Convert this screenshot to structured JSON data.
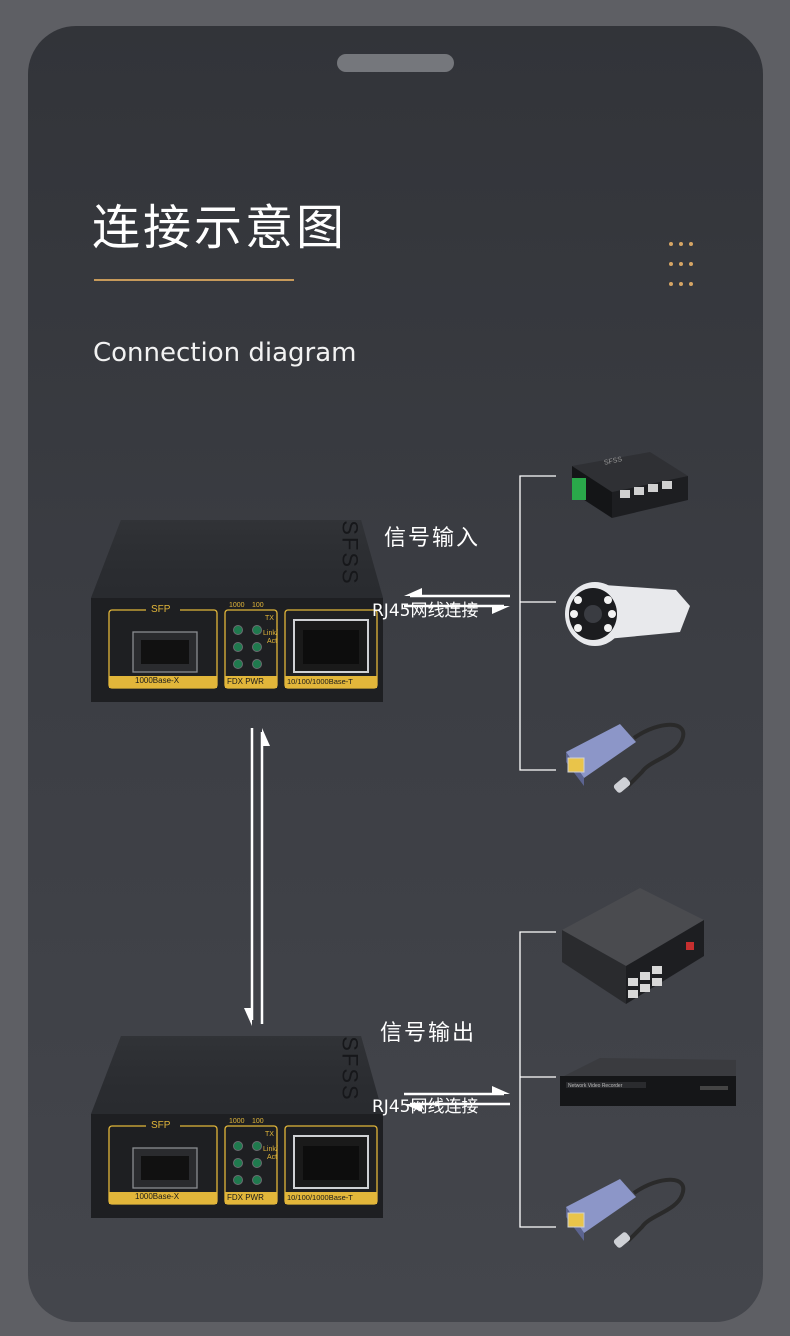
{
  "header": {
    "title": "连接示意图",
    "subtitle": "Connection diagram"
  },
  "labels": {
    "signal_in": "信号输入",
    "signal_out": "信号输出",
    "rj45_in": "RJ45网线连接",
    "rj45_out": "RJ45网线连接"
  },
  "converter": {
    "brand": "SFSS",
    "sfp_label": "SFP",
    "sfp_port_label": "1000Base-X",
    "led_1000": "1000",
    "led_100": "100",
    "led_tx": "TX",
    "led_link": "Link/",
    "led_act": "Act",
    "led_fdx_pwr": "FDX PWR",
    "rj45_port_label": "10/100/1000Base-T"
  },
  "devices": {
    "switch_small": "SFSS",
    "nvr_label": "Network Video Recorder"
  },
  "colors": {
    "accent_gold": "#d6a564",
    "panel_yellow": "#e2b63a",
    "led_green": "#1f7a4e"
  }
}
